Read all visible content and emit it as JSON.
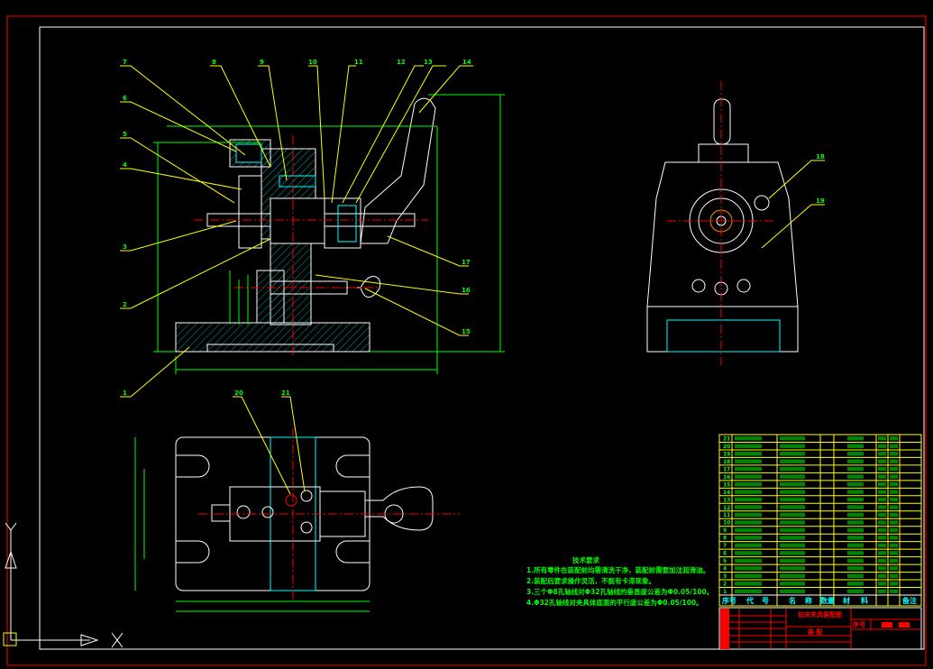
{
  "drawing": {
    "part_labels": {
      "top": [
        "7",
        "8",
        "9",
        "10",
        "11",
        "12",
        "13",
        "14"
      ],
      "left": [
        "6",
        "5",
        "4",
        "3",
        "2",
        "1"
      ],
      "right": [
        "17",
        "16",
        "15"
      ],
      "side_view": [
        "18",
        "19"
      ],
      "plan_view": [
        "20",
        "21"
      ]
    },
    "technical_requirements": {
      "title": "技术要求",
      "items": [
        "1.所有零件在装配前均需清洗干净，装配前需要加注润滑油。",
        "2.装配后要求操作灵活，不能有卡滞现象。",
        "3.三个Φ8孔轴线对Φ32孔轴线的垂直度公差为Φ0.05/100。",
        "4.Φ32孔轴线对夹具体底面的平行度公差为Φ0.05/100。"
      ]
    },
    "parts_list": {
      "header": [
        "序号",
        "代",
        "号",
        "名",
        "称",
        "数量",
        "材",
        "料",
        "备注"
      ],
      "row_numbers": [
        "21",
        "20",
        "19",
        "18",
        "17",
        "16",
        "15",
        "14",
        "13",
        "12",
        "11",
        "10",
        "9",
        "8",
        "7",
        "6",
        "5",
        "4",
        "3",
        "2",
        "1"
      ]
    },
    "title_block": {
      "drawing_title": "钻床夹具装配图",
      "subtitle": "装 配",
      "sheet_label": "序号"
    },
    "colors": {
      "background": "#000000",
      "frame": "#ff0000",
      "outline": "#ffffff",
      "leader": "#ffff00",
      "dimension": "#00ff00",
      "center_line": "#ff0000",
      "hidden": "#00ffff"
    }
  }
}
